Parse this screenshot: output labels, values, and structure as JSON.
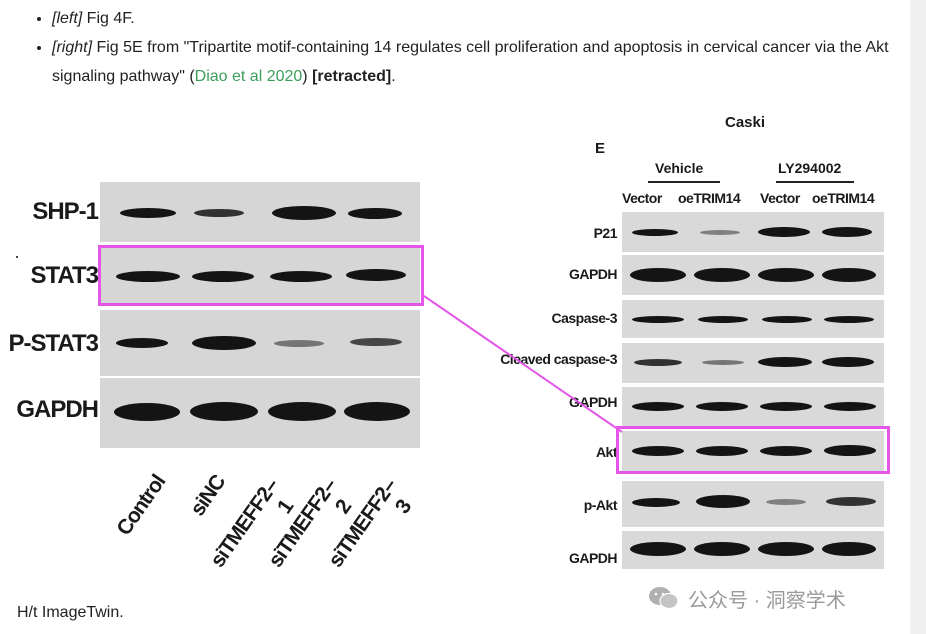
{
  "bullets": [
    {
      "tag": "[left]",
      "text": " Fig 4F."
    },
    {
      "tag": "[right]",
      "text_before": " Fig 5E from \"Tripartite motif-containing 14 regulates cell proliferation and apoptosis in cervical cancer via the Akt signaling pathway\" (",
      "link": "Diao et al 2020",
      "text_after_link": ") ",
      "bold": "[retracted]",
      "end": "."
    }
  ],
  "credit": "H/t ImageTwin.",
  "left_blot": {
    "rows": [
      "SHP-1",
      "STAT3",
      "P-STAT3",
      "GAPDH"
    ],
    "lanes": [
      "Control",
      "siNC",
      "siTMEFF2–1",
      "siTMEFF2–2",
      "siTMEFF2–3"
    ]
  },
  "right_blot": {
    "cell_line": "Caski",
    "panel": "E",
    "groups": [
      "Vehicle",
      "LY294002"
    ],
    "lanes": [
      "Vector",
      "oeTRIM14",
      "Vector",
      "oeTRIM14"
    ],
    "rows": [
      "P21",
      "GAPDH",
      "Caspase-3",
      "Cleaved caspase-3",
      "GAPDH",
      "Akt",
      "p-Akt",
      "GAPDH"
    ]
  },
  "highlight_color": "#e356e8",
  "watermark": "公众号 · 洞察学术"
}
